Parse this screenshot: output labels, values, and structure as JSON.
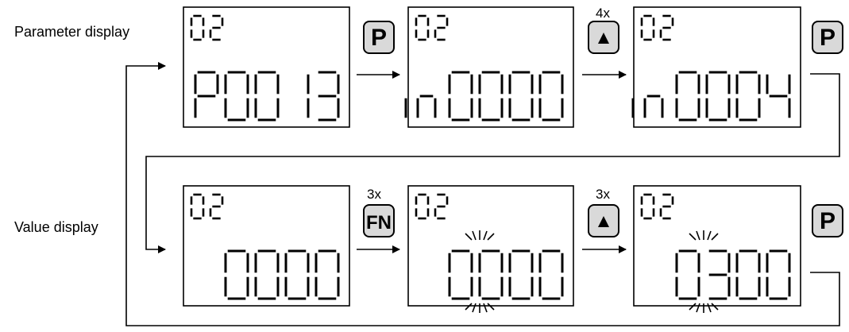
{
  "labels": {
    "parameter_display": "Parameter display",
    "value_display": "Value display"
  },
  "screens": [
    {
      "top": "02",
      "bottom": "P0013"
    },
    {
      "top": "02",
      "bottom": "in0000"
    },
    {
      "top": "02",
      "bottom": "in0004"
    },
    {
      "top": "02",
      "bottom": "0000"
    },
    {
      "top": "02",
      "bottom": "0000"
    },
    {
      "top": "02",
      "bottom": "0300"
    }
  ],
  "keys": [
    {
      "label": "P",
      "multiplier": ""
    },
    {
      "label": "▲",
      "multiplier": "4x"
    },
    {
      "label": "P",
      "multiplier": ""
    },
    {
      "label": "FN",
      "multiplier": "3x"
    },
    {
      "label": "▲",
      "multiplier": "3x"
    },
    {
      "label": "P",
      "multiplier": ""
    }
  ],
  "colors": {
    "key_fill": "#d9d9d9",
    "stroke": "#000000",
    "background": "#ffffff"
  }
}
